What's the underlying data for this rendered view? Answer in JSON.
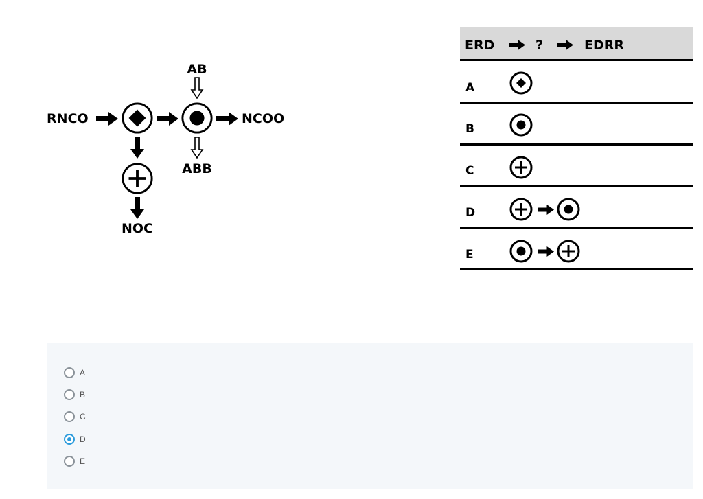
{
  "diagram": {
    "input_label": "RNCO",
    "output_label": "NCOO",
    "side_in_label": "AB",
    "side_out_label": "ABB",
    "bottom_label": "NOC",
    "nodes": [
      "diamond-circle",
      "dot-circle",
      "plus-circle"
    ]
  },
  "table": {
    "header": {
      "start": "ERD",
      "middle": "?",
      "end": "EDRR"
    },
    "rows": [
      {
        "letter": "A",
        "symbols": [
          "diamond-circle"
        ]
      },
      {
        "letter": "B",
        "symbols": [
          "dot-circle"
        ]
      },
      {
        "letter": "C",
        "symbols": [
          "plus-circle"
        ]
      },
      {
        "letter": "D",
        "symbols": [
          "plus-circle",
          "dot-circle"
        ]
      },
      {
        "letter": "E",
        "symbols": [
          "dot-circle",
          "plus-circle"
        ]
      }
    ]
  },
  "answer": {
    "options": [
      "A",
      "B",
      "C",
      "D",
      "E"
    ],
    "selected": "D",
    "accent_color": "#2a9bdc"
  }
}
